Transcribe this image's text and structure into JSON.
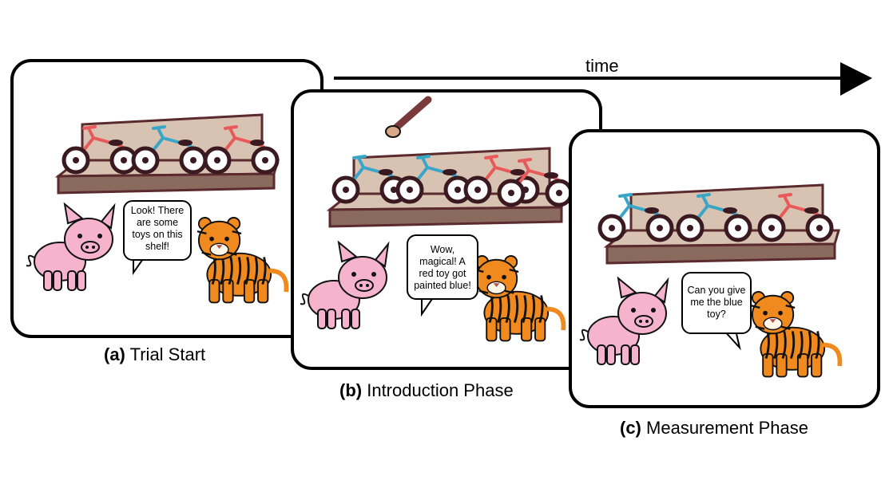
{
  "timeline": {
    "label": "time"
  },
  "panels": [
    {
      "caption_letter": "(a)",
      "caption_text": "Trial Start",
      "speech": "Look! There are some toys on this shelf!"
    },
    {
      "caption_letter": "(b)",
      "caption_text": "Introduction Phase",
      "speech": "Wow, magical! A red toy got painted blue!"
    },
    {
      "caption_letter": "(c)",
      "caption_text": "Measurement Phase",
      "speech": "Can you give me the blue toy?"
    }
  ],
  "colors": {
    "outline": "#000000",
    "shelf_back": "#d8c3b2",
    "shelf_front": "#8b6a5e",
    "shelf_edge": "#5a2a2e",
    "bike_red": "#e85a5a",
    "bike_blue": "#3aa6c7",
    "wheel": "#3a1a20",
    "pig": "#f5b3cc",
    "tiger": "#f08a1e",
    "brush_handle": "#7a3a3a",
    "brush_tip": "#d8a888"
  }
}
